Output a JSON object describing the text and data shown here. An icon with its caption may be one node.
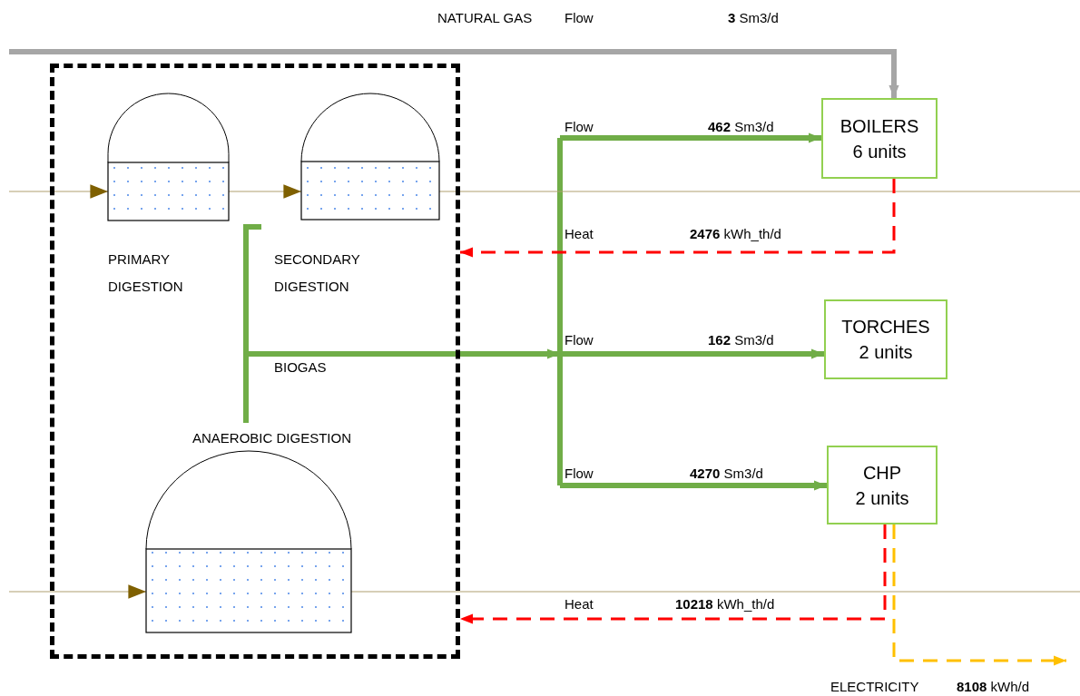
{
  "diagram": {
    "nodes": [
      {
        "text": [
          "ANAEROBIC DIGESTION"
        ]
      },
      {
        "text": [
          "PRIMARY DIGESTION"
        ],
        "in": 0
      },
      {
        "text": [
          "SECONDARY DIGESTION"
        ],
        "in": 0
      },
      {
        "text": [],
        "shape": "tank",
        "in": 0
      },
      {
        "text": [
          "BOILERS",
          "6 units"
        ]
      },
      {
        "text": [
          "TORCHES",
          "2 units"
        ]
      },
      {
        "text": [
          "CHP",
          "2 units"
        ]
      }
    ],
    "edges": [
      {
        "from": null,
        "to": 1,
        "arrow": "to"
      },
      {
        "from": 1,
        "to": 2,
        "arrow": "to"
      },
      {
        "from": 2,
        "to": null,
        "arrow": "none"
      },
      {
        "from": null,
        "to": 3,
        "arrow": "to"
      },
      {
        "from": 3,
        "to": null,
        "arrow": "none"
      },
      {
        "from": null,
        "to": 4,
        "arrow": "to",
        "label": "**3** Sm3/d",
        "style": "thick",
        "color": "#a6a6a6"
      },
      {
        "from": null,
        "to": 4,
        "arrow": "to",
        "label": "**462** Sm3/d",
        "style": "thick",
        "color": "#70ad47"
      },
      {
        "from": null,
        "to": 5,
        "arrow": "to",
        "label": "**162** Sm3/d",
        "style": "thick",
        "color": "#70ad47"
      },
      {
        "from": null,
        "to": 6,
        "arrow": "to",
        "label": "**4270** Sm3/d",
        "style": "thick",
        "color": "#70ad47"
      },
      {
        "from": 4,
        "to": 0,
        "arrow": "to",
        "label": "**2476** kWh_th/d",
        "style": "dashed",
        "color": "#ff0000"
      },
      {
        "from": 6,
        "to": 0,
        "arrow": "to",
        "label": "**10218** kWh_th/d",
        "style": "dashed",
        "color": "#ff0000"
      },
      {
        "from": 6,
        "to": null,
        "arrow": "to",
        "label": "**8108** kWh/d",
        "style": "dashed",
        "color": "#ffc000"
      }
    ],
    "labels": [
      "NATURAL GAS",
      "Flow",
      "Flow",
      "Heat",
      "BIOGAS",
      "Flow",
      "Flow",
      "Heat",
      "ELECTRICITY"
    ]
  }
}
